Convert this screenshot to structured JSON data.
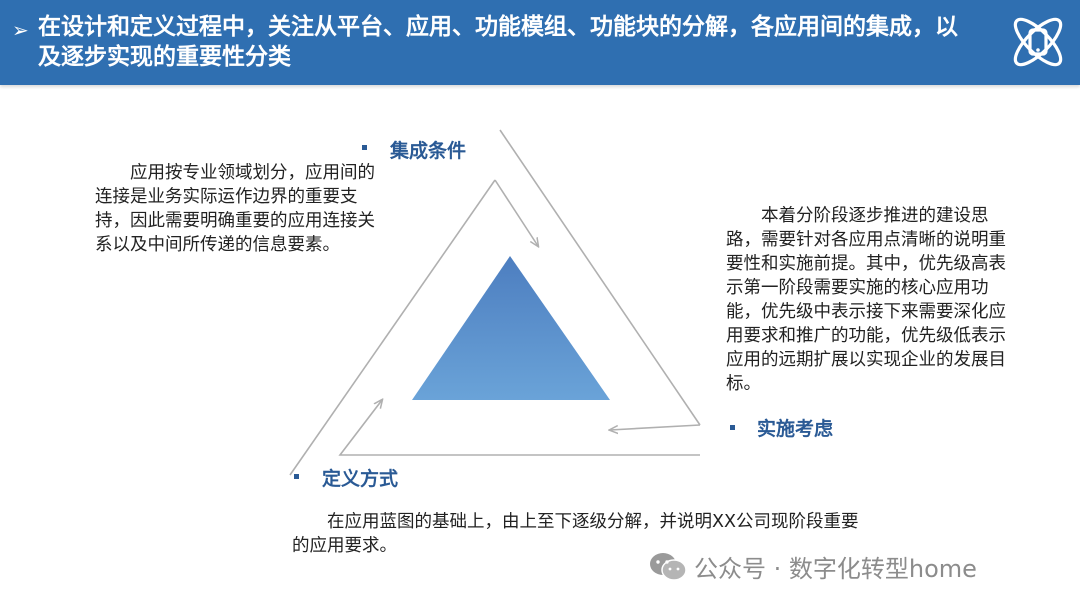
{
  "header": {
    "arrow": "➢",
    "title": "在设计和定义过程中，关注从平台、应用、功能模组、功能块的分解，各应用间的集成，以及逐步实现的重要性分类",
    "logo_icon": "atom-phone-icon"
  },
  "diagram": {
    "colors": {
      "triangle_top": "#4d7ec0",
      "triangle_bottom": "#6aa3d8",
      "frame": "#b0b0b0",
      "bullet": "#2a5a95"
    },
    "top": {
      "label": "集成条件"
    },
    "right": {
      "label": "实施考虑"
    },
    "bottom": {
      "label": "定义方式"
    }
  },
  "texts": {
    "left": "应用按专业领域划分，应用间的连接是业务实际运作边界的重要支持，因此需要明确重要的应用连接关系以及中间所传递的信息要素。",
    "right": "本着分阶段逐步推进的建设思路，需要针对各应用点清晰的说明重要性和实施前提。其中，优先级高表示第一阶段需要实施的核心应用功能，优先级中表示接下来需要深化应用要求和推广的功能，优先级低表示应用的远期扩展以实现企业的发展目标。",
    "bottom": "在应用蓝图的基础上，由上至下逐级分解，并说明XX公司现阶段重要的应用要求。"
  },
  "watermark": {
    "icon": "wechat-icon",
    "text": "公众号 · 数字化转型home"
  }
}
